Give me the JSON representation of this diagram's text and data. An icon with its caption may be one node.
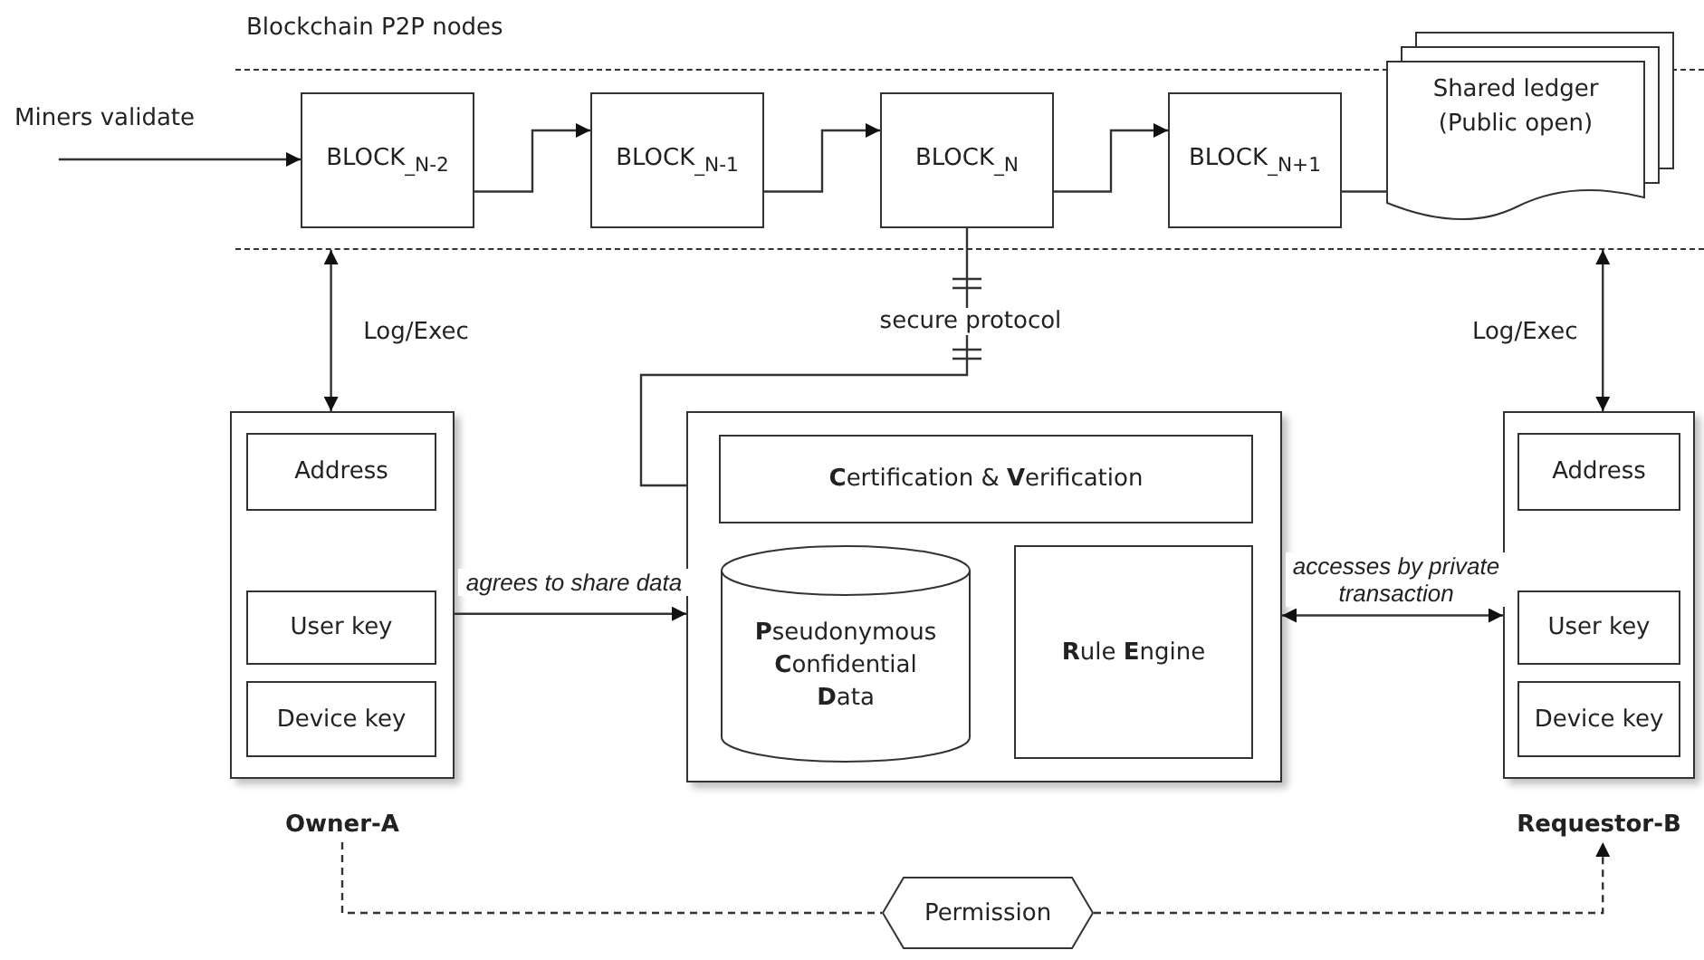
{
  "diagram": {
    "nodes": [
      {
        "text": [
          "Blockchain P2P nodes"
        ]
      },
      {
        "text": [
          "BLOCK$_{_N-2}$"
        ],
        "in": 0
      },
      {
        "text": [
          "BLOCK$_{_N-1}$"
        ],
        "in": 0
      },
      {
        "text": [
          "BLOCK$_{_N}$"
        ],
        "in": 0
      },
      {
        "text": [
          "BLOCK$_{_N+1}$"
        ],
        "in": 0
      },
      {
        "text": [
          "Shared ledger (Public open)"
        ],
        "in": 0
      },
      {
        "text": [
          "Miners validate"
        ]
      },
      {
        "text": [
          "Owner-A"
        ]
      },
      {
        "text": [
          "Address"
        ],
        "in": 7
      },
      {
        "text": [
          "User key"
        ],
        "in": 7
      },
      {
        "text": [
          "Device key"
        ],
        "in": 7
      },
      {
        "text": [],
        "shape": "box"
      },
      {
        "text": [
          "**C**ertification & **V**erification"
        ],
        "in": 11
      },
      {
        "text": [
          "**P**seudonymous **C**onfidential **D**ata"
        ],
        "in": 11
      },
      {
        "text": [
          "**R**ule **E**ngine"
        ],
        "in": 11
      },
      {
        "text": [
          "Requestor-B"
        ]
      },
      {
        "text": [
          "Address"
        ],
        "in": 15
      },
      {
        "text": [
          "User key"
        ],
        "in": 15
      },
      {
        "text": [
          "Device key"
        ],
        "in": 15
      },
      {
        "text": [
          "Permission"
        ]
      }
    ],
    "edges": [
      {
        "from": 6,
        "to": 1,
        "arrow": "to"
      },
      {
        "from": 1,
        "to": 2,
        "arrow": "to"
      },
      {
        "from": 2,
        "to": 3,
        "arrow": "to"
      },
      {
        "from": 3,
        "to": 4,
        "arrow": "to"
      },
      {
        "from": 4,
        "to": 5,
        "arrow": "none"
      },
      {
        "from": 0,
        "to": 7,
        "arrow": "both",
        "label": "Log/Exec"
      },
      {
        "from": 0,
        "to": 15,
        "arrow": "both",
        "label": "Log/Exec"
      },
      {
        "from": 3,
        "to": 11,
        "arrow": "none",
        "label": "secure protocol"
      },
      {
        "from": 7,
        "to": 11,
        "arrow": "to",
        "label": "agrees to share data"
      },
      {
        "from": 11,
        "to": 15,
        "arrow": "both",
        "label": "accesses by private transaction"
      },
      {
        "from": 7,
        "to": 19,
        "arrow": "none",
        "style": "dashed"
      },
      {
        "from": 19,
        "to": 15,
        "arrow": "to",
        "style": "dashed"
      }
    ]
  }
}
